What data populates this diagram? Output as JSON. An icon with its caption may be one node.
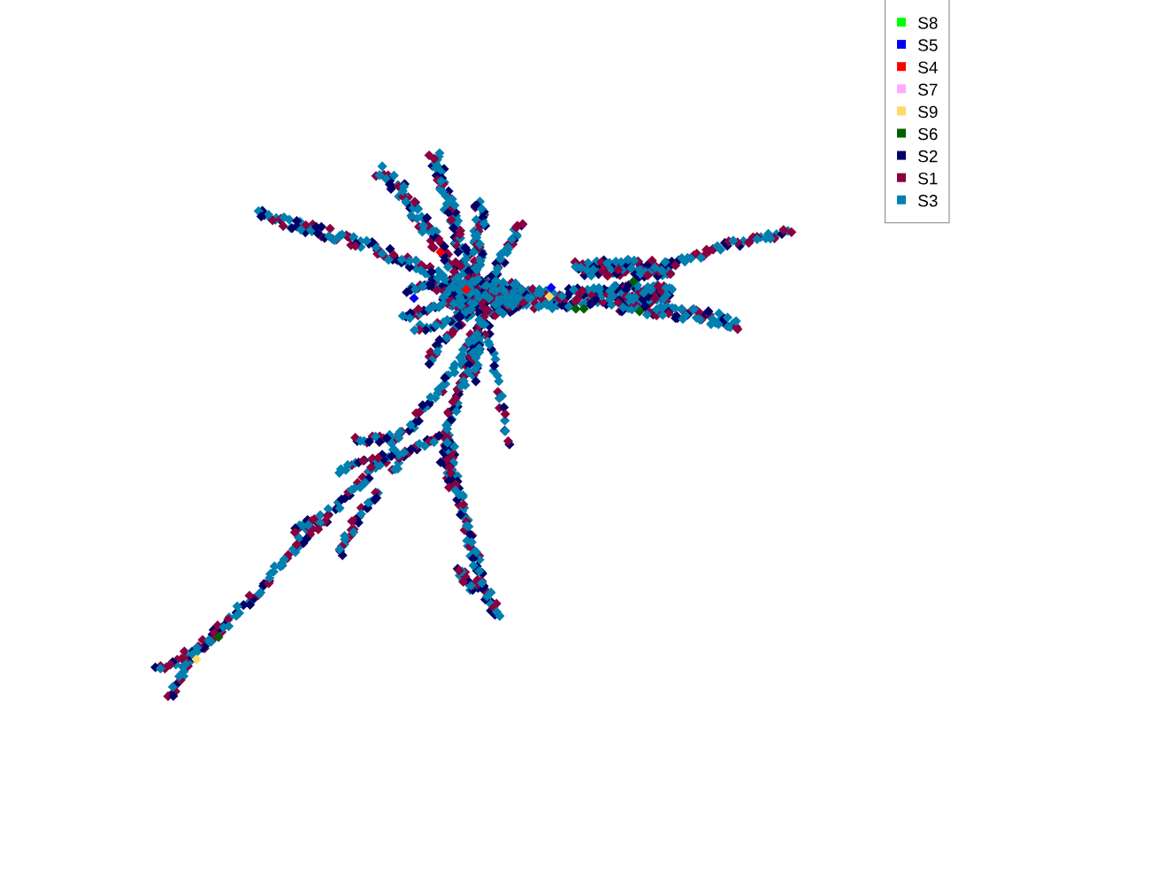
{
  "diagram": {
    "legend": [
      {
        "text": "S8",
        "color": "#00ff00"
      },
      {
        "text": "S5",
        "color": "#0000ff"
      },
      {
        "text": "S4",
        "color": "#ff0000"
      },
      {
        "text": "S7",
        "color": "#ffaaff"
      },
      {
        "text": "S9",
        "color": "#ffd966"
      },
      {
        "text": "S6",
        "color": "#006000"
      },
      {
        "text": "S2",
        "color": "#000066"
      },
      {
        "text": "S1",
        "color": "#8b0040"
      },
      {
        "text": "S3",
        "color": "#0080b0"
      }
    ]
  }
}
